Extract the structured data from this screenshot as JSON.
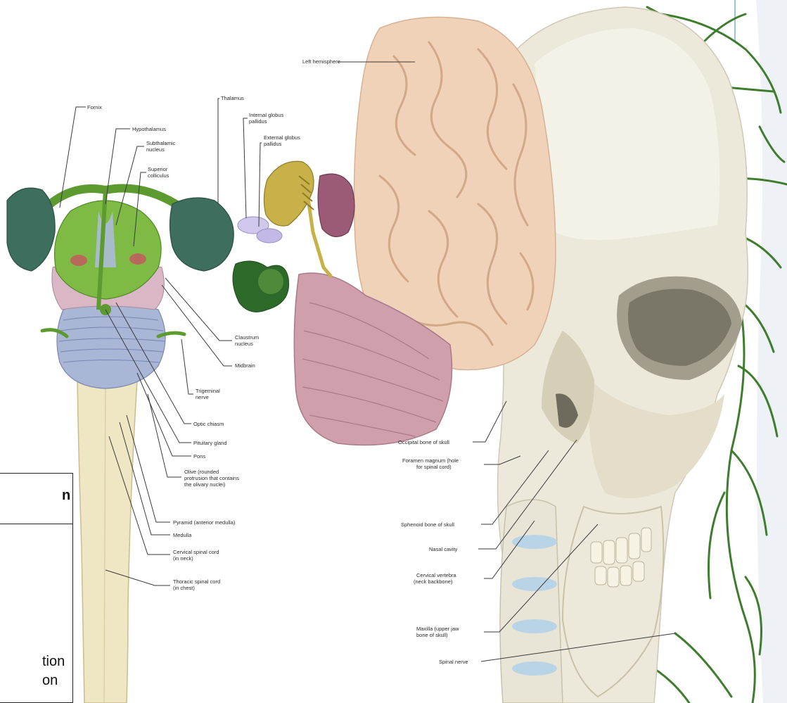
{
  "labels": {
    "fornix": "Fornix",
    "hypothalamus": "Hypothalamus",
    "thalamus": "Thalamus",
    "subthalamic": [
      "Subthalamic",
      "nucleus"
    ],
    "superior_colliculus": [
      "Superior",
      "colliculus"
    ],
    "internal_gp": [
      "Internal globus",
      "pallidus"
    ],
    "external_gp": [
      "External globus",
      "pallidus"
    ],
    "left_hemisphere": "Left hemisphere",
    "claustrum": [
      "Claustrum",
      "nucleus"
    ],
    "midbrain": "Midbrain",
    "trigeminal": [
      "Trigeminal",
      "nerve"
    ],
    "optic_chiasm": "Optic chiasm",
    "pituitary": "Pituitary gland",
    "pons": "Pons",
    "olive": [
      "Olive (rounded",
      "protrusion that contains",
      "the olivary nuclei)"
    ],
    "pyramid": "Pyramid (anterior medulla)",
    "medulla": "Medulla",
    "cervical_cord": [
      "Cervical spinal cord",
      "(in neck)"
    ],
    "thoracic_cord": [
      "Thoracic spinal cord",
      "(in chest)"
    ],
    "occipital": "Occipital bone of skull",
    "foramen": [
      "Foramen magnum (hole",
      "for spinal cord)"
    ],
    "sphenoid": "Sphenoid bone of skull",
    "nasal": "Nasal cavity",
    "cervical_vert": [
      "Cervical vertebra",
      "(neck backbone)"
    ],
    "maxilla": [
      "Maxilla (upper jaw",
      "bone of skull)"
    ],
    "spinal_nerve": "Spinal nerve"
  },
  "legend": {
    "header": "n",
    "line1": "tion",
    "line2": "on"
  },
  "colors": {
    "brain": "#f0d2b8",
    "skull": "#ece8da",
    "nerve_green": "#3f7d2e",
    "thalamus_teal": "#3e6e5e",
    "pons_blue": "#a9b6d6",
    "medulla_pink": "#d9b7c4",
    "cerebellum": "#cfa0ac",
    "spinal_cord": "#efe6c4"
  }
}
